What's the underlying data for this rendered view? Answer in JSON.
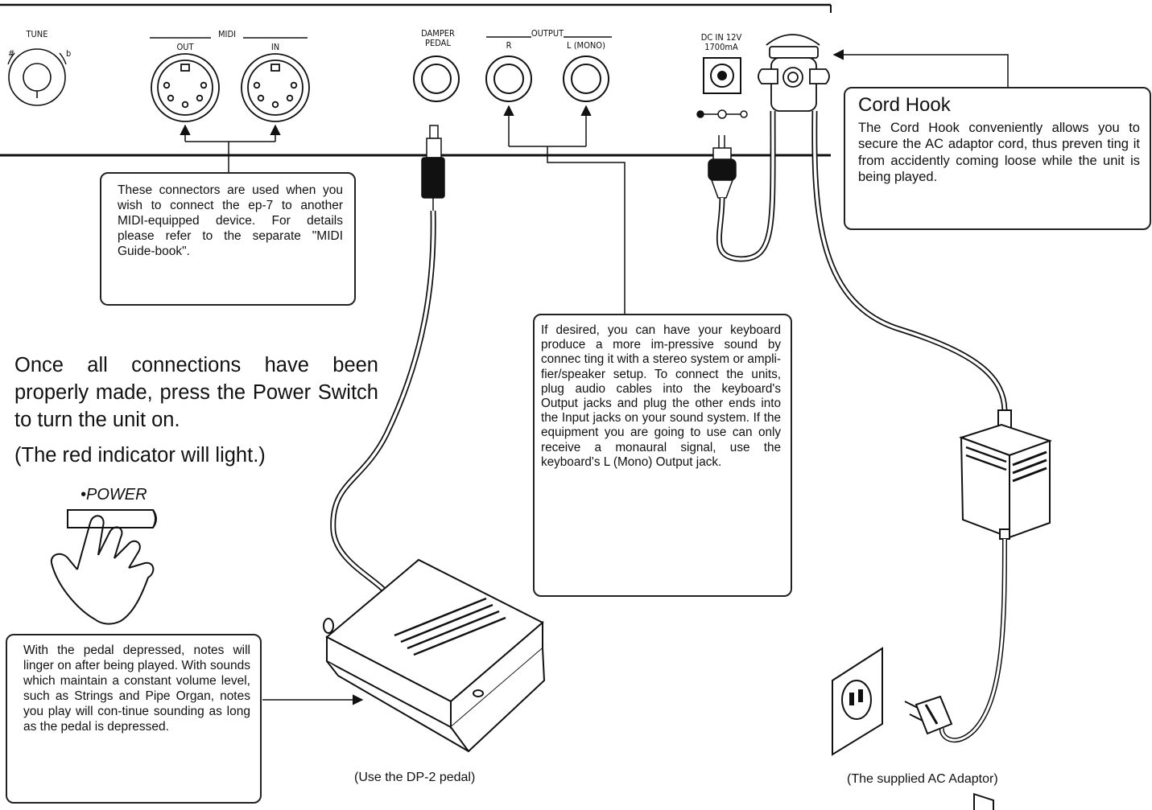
{
  "panel_labels": {
    "tune": "TUNE",
    "tune_sharp": "#",
    "tune_flat": "b",
    "midi": "MIDI",
    "midi_out": "OUT",
    "midi_in": "IN",
    "damper_line1": "DAMPER",
    "damper_line2": "PEDAL",
    "output": "OUTPUT",
    "output_r": "R",
    "output_l": "L (MONO)",
    "dc_line1": "DC  IN  12V",
    "dc_line2": "1700mA"
  },
  "midi_note": "These connectors are used when you wish to connect the ep-7 to another MIDI-equipped device. For details please refer to the separate \"MIDI Guide-book\".",
  "output_note": "If desired, you can have your keyboard produce a more im-pressive sound by connec ting it with a stereo system or ampli-fier/speaker setup. To connect the units, plug audio cables into the keyboard's Output jacks and plug the other ends into the Input jacks on your sound system. If the equipment you are going to use can only receive a monaural signal, use the keyboard's L (Mono) Output jack.",
  "cord_hook": {
    "title": "Cord Hook",
    "text": "The Cord Hook conveniently allows you to secure the AC adaptor cord, thus preven ting it from accidently coming loose while the unit is being played."
  },
  "power_instruction": "Once all connections have been properly made, press the Power Switch to turn the unit on.",
  "indicator_note": "(The red indicator will light.)",
  "power_label": "•POWER",
  "pedal_note": "With the pedal depressed, notes will linger on after being played. With sounds which maintain a constant volume level, such as Strings and Pipe Organ, notes you play will con-tinue sounding as long as the pedal is depressed.",
  "pedal_caption": "(Use the DP-2 pedal)",
  "adaptor_caption": "(The supplied AC Adaptor)"
}
